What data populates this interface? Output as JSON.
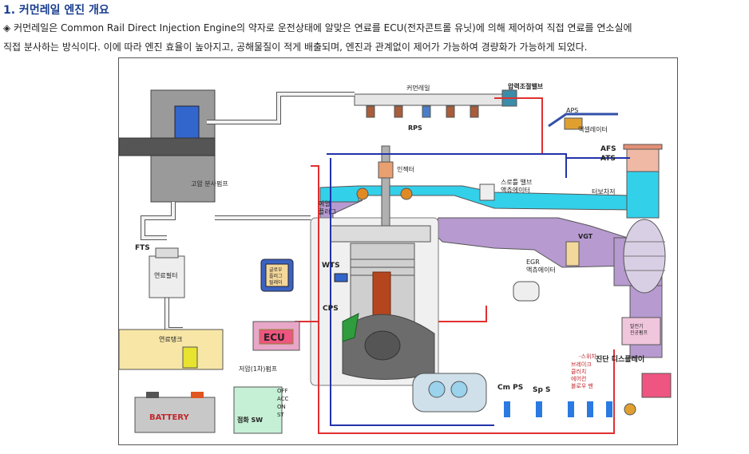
{
  "heading": "1. 커먼레일 엔진 개요",
  "para": {
    "line1": "◈ 커먼레일은 Common Rail Direct Injection Engine의 약자로 운전상태에 알맞은 연료를 ECU(전자콘트롤 유닛)에 의해 제어하여 직접 연료를 연소실에",
    "line2": "직접 분사하는 방식이다. 이에 따라 엔진 효율이 높아지고, 공해물질이 적게 배출되며, 엔진과 관계없이 제어가 가능하여 경량화가 가능하게 되었다."
  },
  "labels": {
    "common_rail": "커먼레일",
    "pressure_valve": "압력조절밸브",
    "rps": "RPS",
    "aps": "APS",
    "accel_actuator": "액셀레이터",
    "afs": "AFS",
    "ats": "ATS",
    "hp_pump": "고압 분사펌프",
    "injector": "인젝터",
    "throttle_1": "스로틀 밸브",
    "throttle_2": "액츄에이터",
    "turbo": "터보차저",
    "preheat_1": "예열",
    "preheat_2": "플러그",
    "fts": "FTS",
    "fuel_filter": "연료필터",
    "glow_1": "글로우",
    "glow_2": "플러그",
    "glow_3": "릴레이",
    "wts": "WTS",
    "vgt": "VGT",
    "egr_1": "EGR",
    "egr_2": "액츄에이터",
    "cps": "CPS",
    "ecu": "ECU",
    "fuel_tank": "연료탱크",
    "lp_pump": "저압(1차)펌프",
    "alternator_1": "발전기",
    "alternator_2": "진공펌프",
    "diag_display": "진단 디스플레이",
    "battery": "BATTERY",
    "ign_sw": "점화 SW",
    "off": "OFF",
    "acc": "ACC",
    "on": "ON",
    "st": "ST",
    "cm_ps": "Cm PS",
    "sp_s": "Sp S",
    "switch_title": "-스위치-",
    "sw_brake": "브레이크",
    "sw_clutch": "클러치",
    "sw_aircon": "에어컨",
    "sw_blower": "블로우 팬"
  },
  "colors": {
    "fuel_line": "#f2f2f2",
    "fuel_outline": "#555555",
    "signal_red": "#e03030",
    "signal_blue": "#2233aa",
    "intake_cyan": "#33d0ea",
    "exhaust_purple": "#b79ad0",
    "piston_grey": "#c8c8c8",
    "rod_brown": "#b5451f",
    "fuel_tank": "#f7e6a6",
    "ecu_pink": "#ee5580",
    "ecu_body": "#e8a7c8",
    "green_sw": "#c6f0d6",
    "heading": "#1a3f8f"
  }
}
